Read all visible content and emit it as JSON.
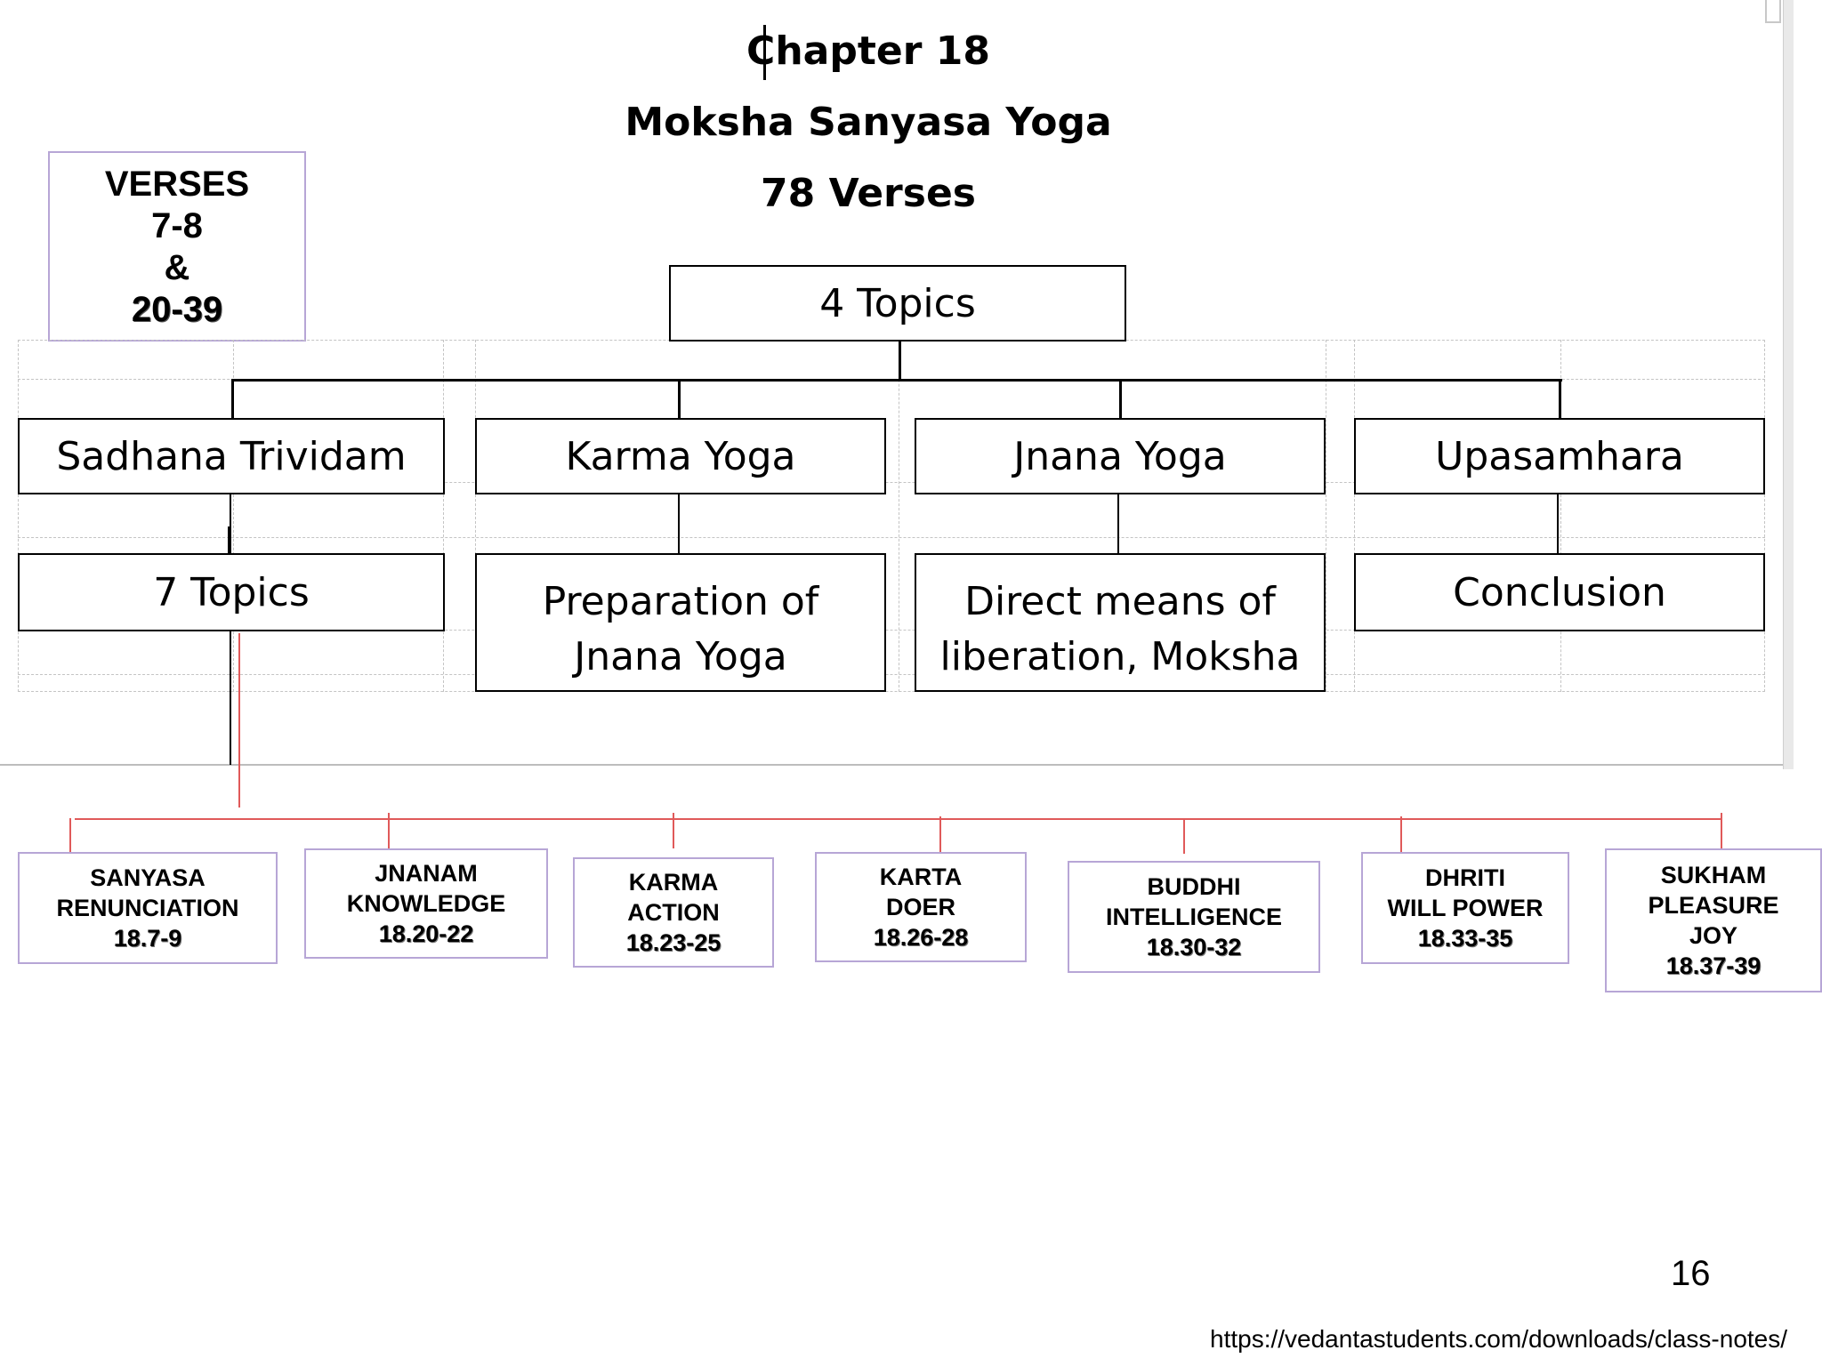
{
  "header": {
    "chapter": "Chapter 18",
    "title": "Moksha Sanyasa Yoga",
    "verse_count": "78 Verses"
  },
  "verses_box": {
    "line1": "VERSES",
    "line2": "7-8",
    "line3": "&",
    "line4": "20-39"
  },
  "root": {
    "label": "4 Topics"
  },
  "topics": [
    {
      "label": "Sadhana Trividam",
      "detail": [
        "7 Topics"
      ]
    },
    {
      "label": "Karma Yoga",
      "detail": [
        "Preparation of",
        "Jnana Yoga"
      ]
    },
    {
      "label": "Jnana Yoga",
      "detail": [
        "Direct means of",
        "liberation, Moksha"
      ]
    },
    {
      "label": "Upasamhara",
      "detail": [
        "Conclusion"
      ]
    }
  ],
  "seven_topics": [
    {
      "lines": [
        "SANYASA",
        "RENUNCIATION"
      ],
      "ref": "18.7-9"
    },
    {
      "lines": [
        "JNANAM",
        "KNOWLEDGE"
      ],
      "ref": "18.20-22"
    },
    {
      "lines": [
        "KARMA",
        "ACTION"
      ],
      "ref": "18.23-25"
    },
    {
      "lines": [
        "KARTA",
        "DOER"
      ],
      "ref": "18.26-28"
    },
    {
      "lines": [
        "BUDDHI",
        "INTELLIGENCE"
      ],
      "ref": "18.30-32"
    },
    {
      "lines": [
        "DHRITI",
        "WILL POWER"
      ],
      "ref": "18.33-35"
    },
    {
      "lines": [
        "SUKHAM",
        "PLEASURE",
        "JOY"
      ],
      "ref": "18.37-39"
    }
  ],
  "footer": {
    "page_number": "16",
    "url": "https://vedantastudents.com/downloads/class-notes/"
  }
}
